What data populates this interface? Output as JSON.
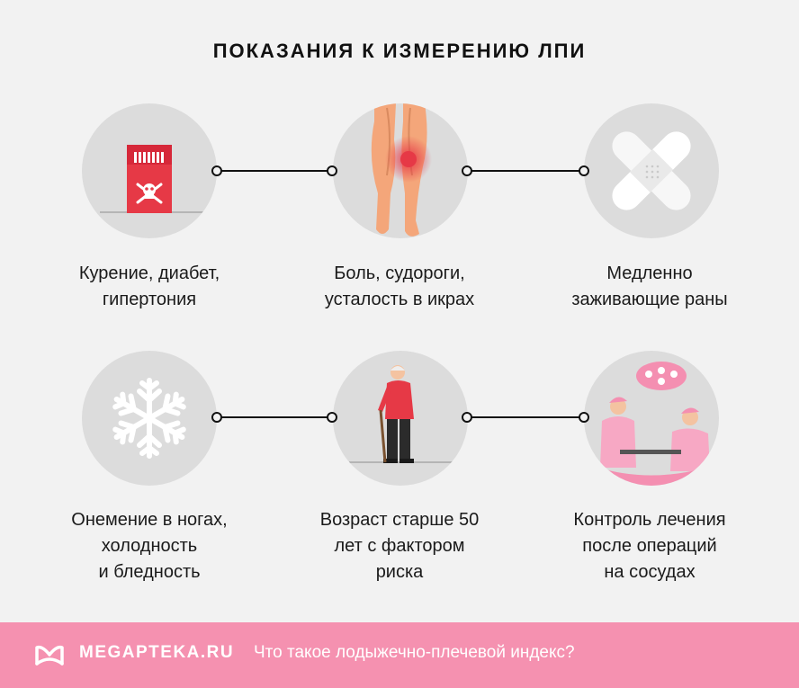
{
  "title": "ПОКАЗАНИЯ К ИЗМЕРЕНИЮ ЛПИ",
  "items": [
    {
      "icon": "cigarette-pack-icon",
      "lines": [
        "Курение, диабет,",
        "гипертония"
      ]
    },
    {
      "icon": "legs-pain-icon",
      "lines": [
        "Боль, судороги,",
        "усталость в икрах"
      ]
    },
    {
      "icon": "bandage-icon",
      "lines": [
        "Медленно",
        "заживающие раны"
      ]
    },
    {
      "icon": "snowflake-icon",
      "lines": [
        "Онемение в ногах,",
        "холодность",
        "и бледность"
      ]
    },
    {
      "icon": "elderly-man-icon",
      "lines": [
        "Возраст старше 50",
        "лет с фактором",
        "риска"
      ]
    },
    {
      "icon": "surgeons-icon",
      "lines": [
        "Контроль лечения",
        "после операций",
        "на сосудах"
      ]
    }
  ],
  "footer": {
    "brand": "MEGAPTEKA.RU",
    "tagline": "Что такое лодыжечно-плечевой индекс?"
  },
  "colors": {
    "background": "#f2f2f2",
    "circle": "#dcdcdc",
    "footer": "#f591b0",
    "accent_red": "#e63946",
    "accent_pink": "#f48fb1"
  }
}
